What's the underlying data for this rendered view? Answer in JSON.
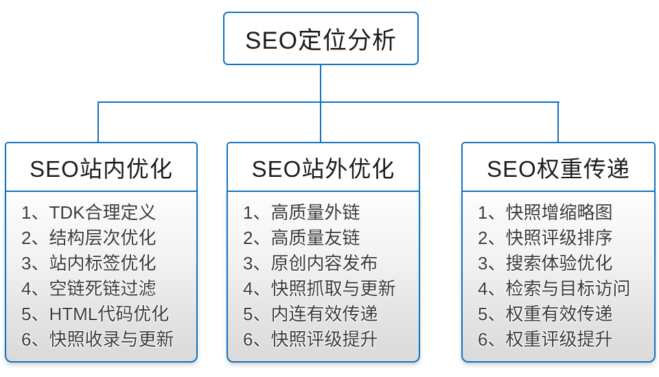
{
  "diagram": {
    "root": {
      "title": "SEO定位分析"
    },
    "columns": [
      {
        "title": "SEO站内优化",
        "items": [
          "1、TDK合理定义",
          "2、结构层次优化",
          "3、站内标签优化",
          "4、空链死链过滤",
          "5、HTML代码优化",
          "6、快照收录与更新"
        ]
      },
      {
        "title": "SEO站外优化",
        "items": [
          "1、高质量外链",
          "2、高质量友链",
          "3、原创内容发布",
          "4、快照抓取与更新",
          "5、内连有效传递",
          "6、快照评级提升"
        ]
      },
      {
        "title": "SEO权重传递",
        "items": [
          "1、快照增缩略图",
          "2、快照评级排序",
          "3、搜索体验优化",
          "4、检索与目标访问",
          "5、权重有效传递",
          "6、权重评级提升"
        ]
      }
    ]
  },
  "colors": {
    "accent_blue": "#1172BE",
    "body_gradient_top": "#FDFDFD",
    "body_gradient_bottom": "#DADADA",
    "text_dark": "#1C1C1C",
    "text_list": "#3C3C3C"
  }
}
